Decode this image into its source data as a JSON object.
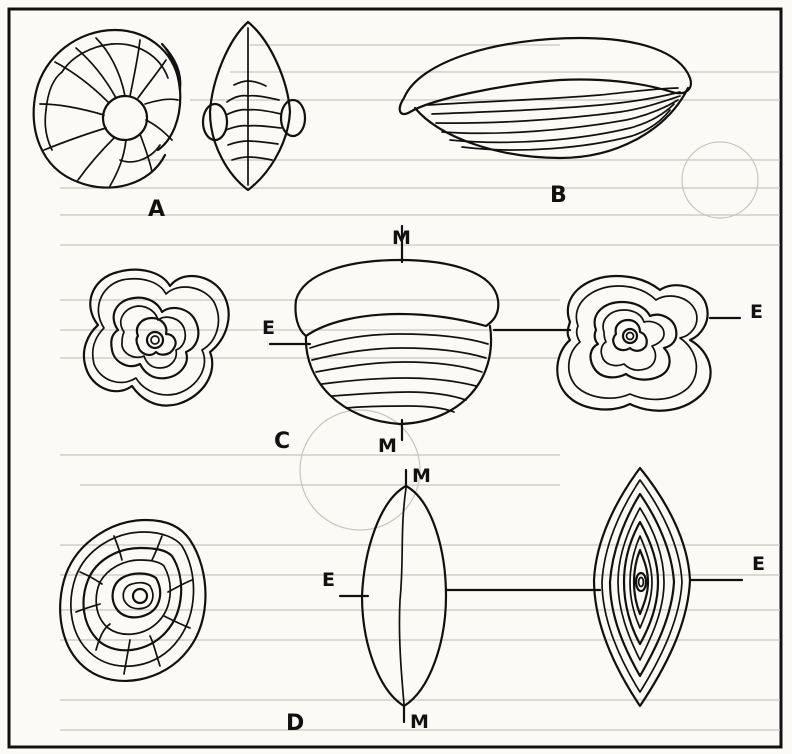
{
  "figure": {
    "panel_labels": {
      "a": "A",
      "b": "B",
      "c": "C",
      "d": "D"
    },
    "axis_labels": {
      "c_top": "M",
      "c_bottom": "M",
      "c_left": "E",
      "c_right": "E",
      "d_top": "M",
      "d_bottom": "M",
      "d_left": "E",
      "d_right": "E"
    }
  }
}
